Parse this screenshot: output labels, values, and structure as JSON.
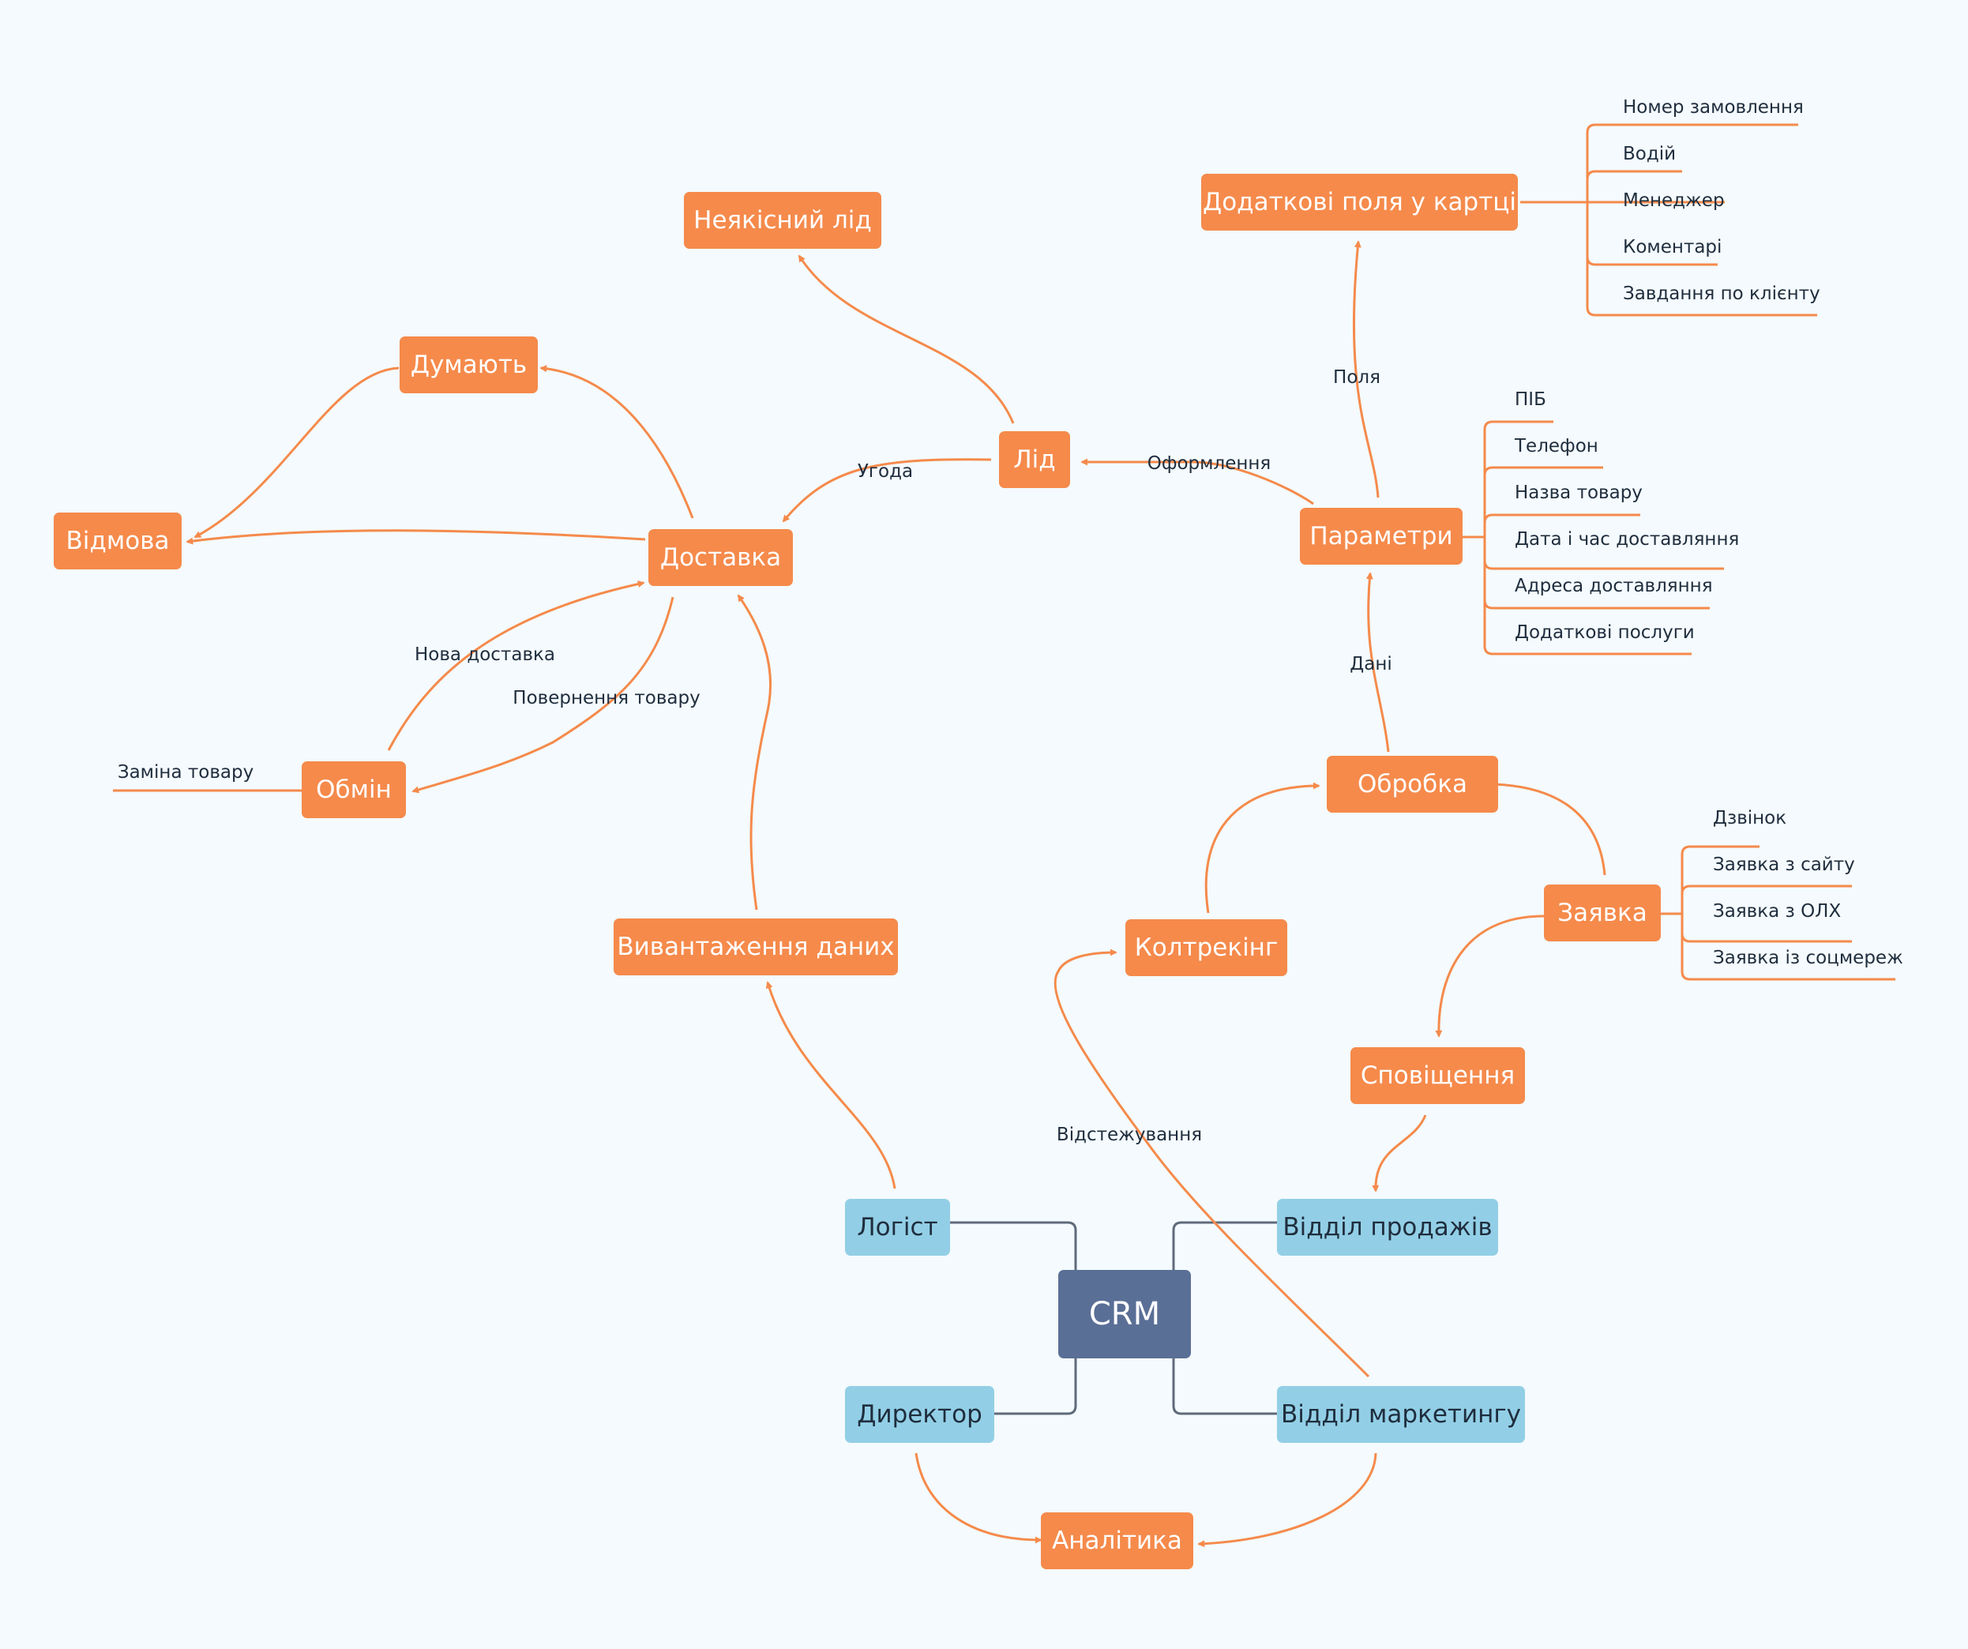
{
  "colors": {
    "background": "#f4fafd",
    "orange": "#f58a4b",
    "blue": "#92cfe6",
    "center": "#5a6f96",
    "connector": "#5f6b7a"
  },
  "nodes": {
    "crm": "CRM",
    "logist": "Логіст",
    "director": "Директор",
    "sales": "Відділ продажів",
    "marketing": "Відділ маркетингу",
    "analytics": "Аналітика",
    "export": "Вивантаження даних",
    "calltracking": "Колтрекінг",
    "notification": "Сповіщення",
    "request": "Заявка",
    "processing": "Обробка",
    "params": "Параметри",
    "extra_fields": "Додаткові поля у картці",
    "lead": "Лід",
    "bad_lead": "Неякісний лід",
    "delivery": "Доставка",
    "thinking": "Думають",
    "refusal": "Відмова",
    "exchange": "Обмін"
  },
  "edge_labels": {
    "deal": "Угода",
    "formalization": "Оформлення",
    "fields": "Поля",
    "data": "Дані",
    "tracking": "Відстежування",
    "new_delivery": "Нова доставка",
    "return": "Повернення товару",
    "replacement": "Заміна товару"
  },
  "extra_fields_items": [
    "Номер замовлення",
    "Водій",
    "Менеджер",
    "Коментарі",
    "Завдання по клієнту"
  ],
  "params_items": [
    "ПІБ",
    "Телефон",
    "Назва товару",
    "Дата і час доставляння",
    "Адреса доставляння",
    "Додаткові послуги"
  ],
  "request_items": [
    "Дзвінок",
    "Заявка з сайту",
    "Заявка з ОЛХ",
    "Заявка із соцмереж"
  ]
}
